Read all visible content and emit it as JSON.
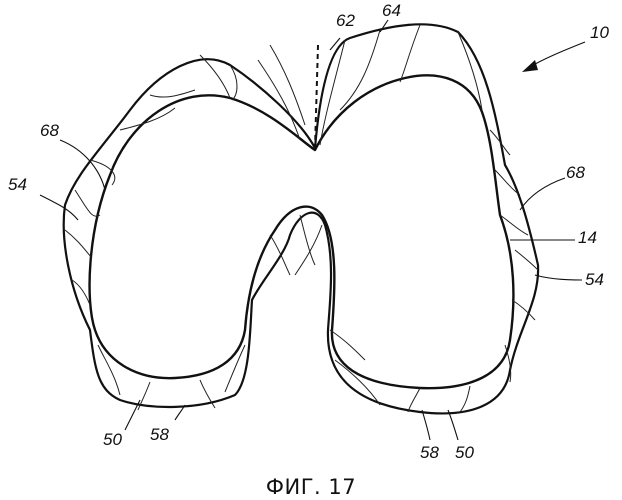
{
  "labels": {
    "assembly": "10",
    "groove_line": "62",
    "patellar_surface": "64",
    "mesh_left": "68",
    "mesh_right": "68",
    "side_left": "54",
    "side_right": "54",
    "surface": "14",
    "condyle_left": "50",
    "rim_left": "58",
    "rim_right": "58",
    "condyle_right": "50"
  },
  "caption": "ФИГ. 17"
}
